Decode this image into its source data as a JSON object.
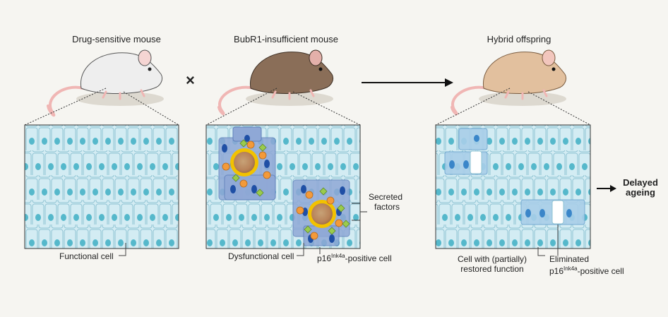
{
  "titles": {
    "drug_sensitive": "Drug-sensitive mouse",
    "bubr1": "BubR1-insufficient mouse",
    "hybrid": "Hybrid offspring"
  },
  "cross_symbol": "×",
  "labels": {
    "functional_cell": "Functional cell",
    "dysfunctional_cell": "Dysfunctional cell",
    "p16_positive_prefix": "p16",
    "p16_superscript": "Ink4a",
    "p16_positive_suffix": "-positive cell",
    "secreted_factors_line1": "Secreted",
    "secreted_factors_line2": "factors",
    "restored_line1": "Cell with (partially)",
    "restored_line2": "restored function",
    "eliminated_line1": "Eliminated",
    "eliminated_prefix": "p16",
    "eliminated_superscript": "Ink4a",
    "eliminated_suffix": "-positive cell",
    "delayed_line1": "Delayed",
    "delayed_line2": "ageing"
  },
  "colors": {
    "background": "#f6f5f1",
    "cell_fill": "#d3ecf3",
    "cell_nucleus": "#55b8cb",
    "dysfunctional_fill": "#7f9ccf",
    "dysfunctional_nucleus": "#1f4fa5",
    "senescent_ring": "#f2c200",
    "secreted_orange": "#f39a3a",
    "secreted_green": "#9acb4c",
    "mouse_white": "#eeeeee",
    "mouse_brown": "#8a6e58",
    "mouse_tan": "#e2c09e",
    "tail_pink": "#f0b6b4"
  }
}
